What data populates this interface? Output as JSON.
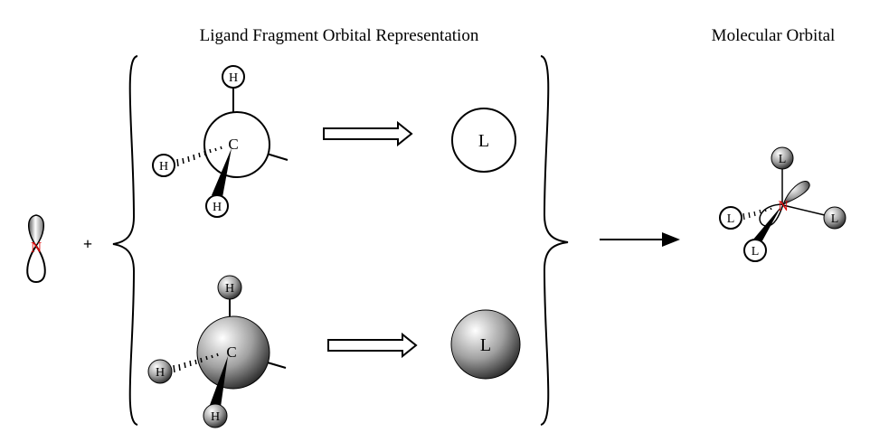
{
  "titles": {
    "fragment": "Ligand Fragment Orbital Representation",
    "molecular": "Molecular Orbital"
  },
  "atoms": {
    "nitrogen": "N",
    "carbon": "C",
    "hydrogen": "H",
    "ligand": "L"
  },
  "operators": {
    "plus": "+"
  },
  "colors": {
    "nitrogen": "#e00000",
    "line": "#000000",
    "shade_light": "#ffffff",
    "shade_dark": "#333333"
  }
}
